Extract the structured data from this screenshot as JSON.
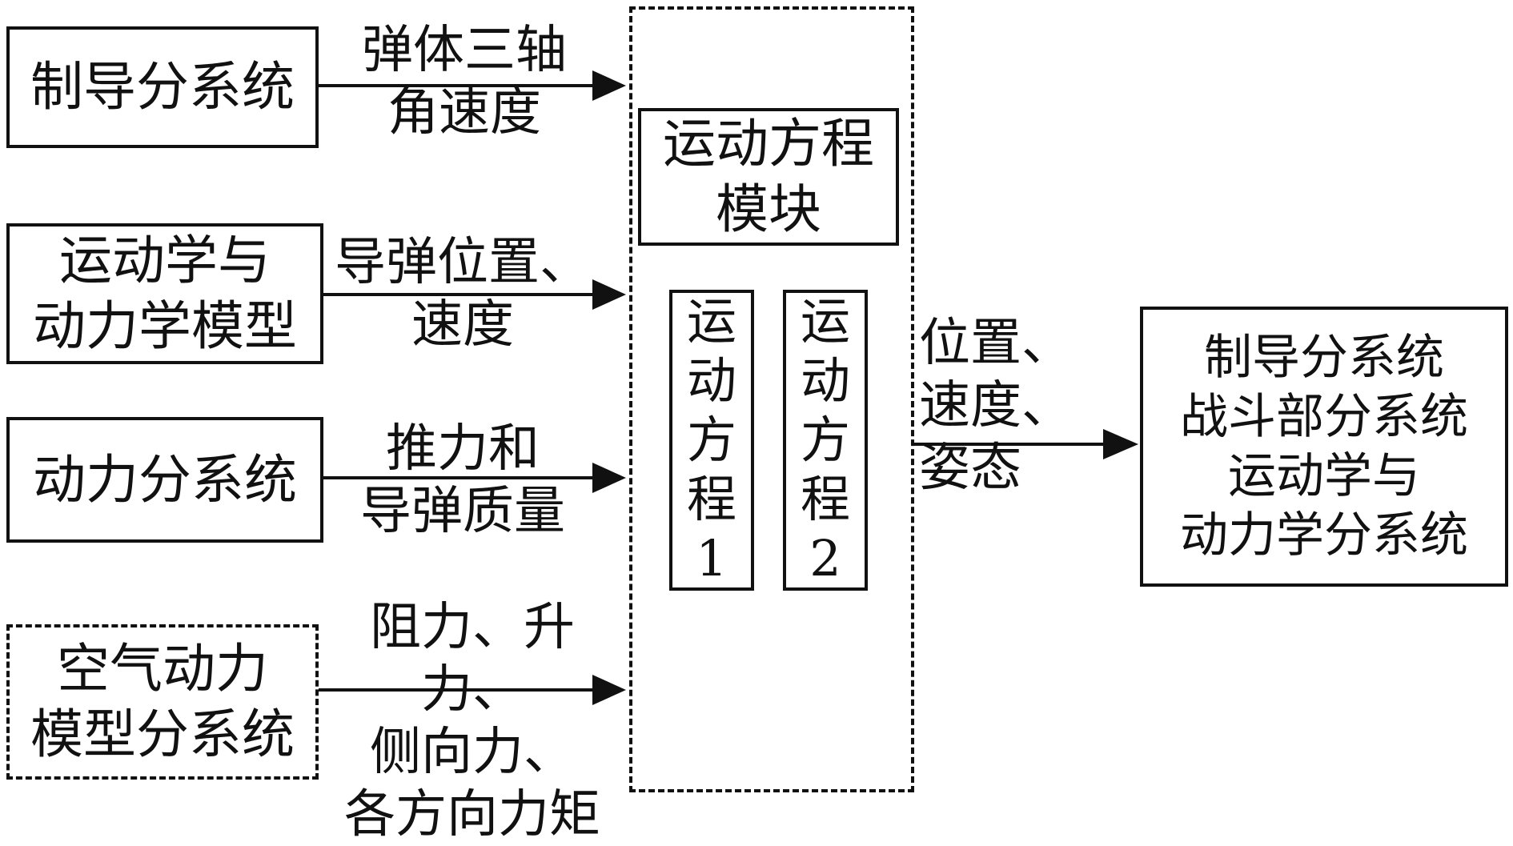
{
  "inputs": [
    {
      "label": "制导分系统",
      "edge_label": "弹体三轴\n角速度"
    },
    {
      "label": "运动学与\n动力学模型",
      "edge_label": "导弹位置、\n速度"
    },
    {
      "label": "动力分系统",
      "edge_label": "推力和\n导弹质量"
    },
    {
      "label": "空气动力\n模型分系统",
      "edge_label": "阻力、升力、\n侧向力、\n各方向力矩"
    }
  ],
  "module": {
    "title": "运动方程\n模块",
    "eq1": "运\n动\n方\n程\n1",
    "eq2": "运\n动\n方\n程\n2"
  },
  "output": {
    "edge_label": "位置、\n速度、\n姿态",
    "label": "制导分系统\n战斗部分系统\n运动学与\n动力学分系统"
  }
}
